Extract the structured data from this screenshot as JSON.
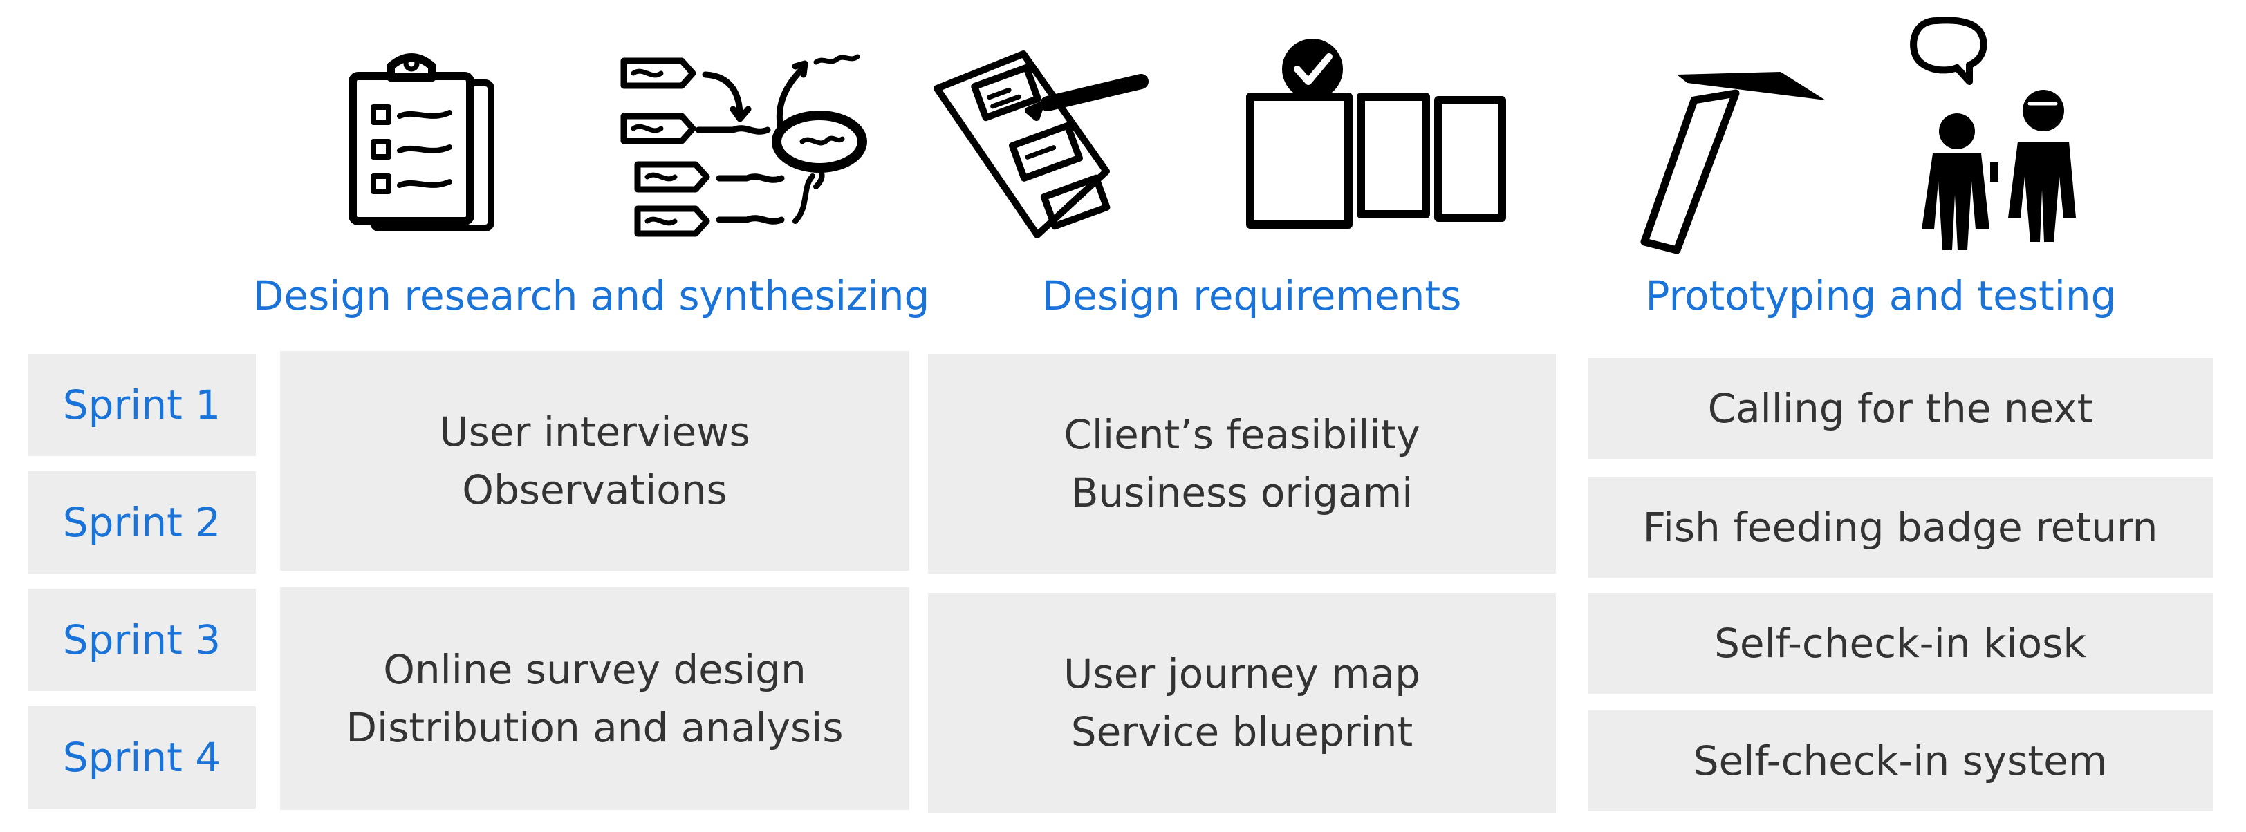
{
  "colors": {
    "accent": "#1a73d9",
    "box": "#ededed",
    "text": "#333333",
    "ink": "#000000"
  },
  "columns": [
    {
      "title": "Design research and synthesizing",
      "icons": [
        "clipboard-checklist-icon",
        "affinity-synthesis-icon"
      ]
    },
    {
      "title": "Design requirements",
      "icons": [
        "blueprint-document-icon",
        "selected-cards-icon"
      ]
    },
    {
      "title": "Prototyping and testing",
      "icons": [
        "hammer-icon",
        "people-talking-icon"
      ]
    }
  ],
  "sprints": [
    "Sprint 1",
    "Sprint 2",
    "Sprint 3",
    "Sprint 4"
  ],
  "research": {
    "block1": [
      "User interviews",
      "Observations"
    ],
    "block2": [
      "Online survey design",
      "Distribution and analysis"
    ]
  },
  "requirements": {
    "block1": [
      "Client’s feasibility",
      "Business origami"
    ],
    "block2": [
      "User journey map",
      "Service blueprint"
    ]
  },
  "prototyping": [
    "Calling for the next",
    "Fish feeding badge return",
    "Self-check-in kiosk",
    "Self-check-in system"
  ]
}
